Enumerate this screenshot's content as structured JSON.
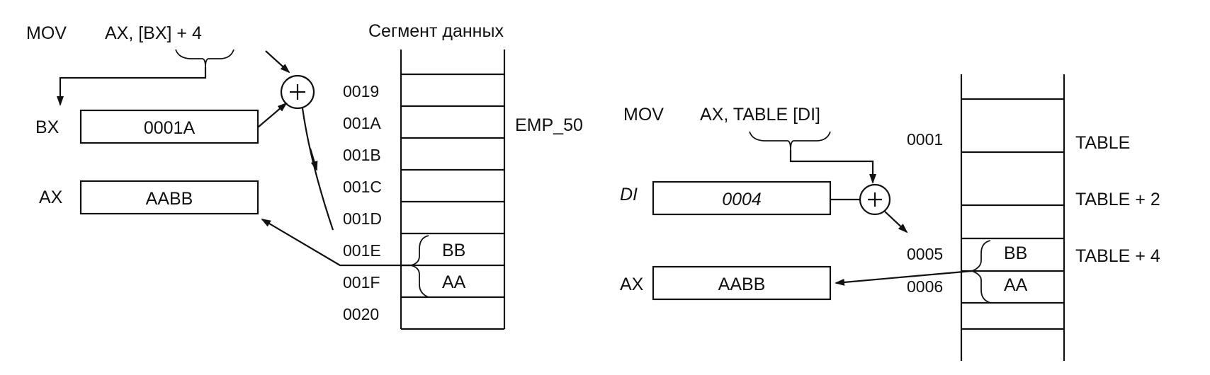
{
  "left": {
    "instruction": {
      "op": "MOV",
      "operands": "AX,  [BX] + 4"
    },
    "segment_title": "Сегмент данных",
    "bx": {
      "label": "BX",
      "value": "0001A"
    },
    "ax": {
      "label": "AX",
      "value": "AABB"
    },
    "plus": "+",
    "addresses": [
      "0019",
      "001A",
      "001B",
      "001C",
      "001D",
      "001E",
      "001F",
      "0020"
    ],
    "var_label": "EMP_50",
    "cell_high": "BB",
    "cell_low": "AA"
  },
  "right": {
    "instruction": {
      "op": "MOV",
      "operands": "AX, TABLE  [DI]"
    },
    "di": {
      "label": "DI",
      "value": "0004"
    },
    "ax": {
      "label": "AX",
      "value": "AABB"
    },
    "plus": "+",
    "addresses": [
      "0001",
      "0005",
      "0006"
    ],
    "table_labels": [
      "TABLE",
      "TABLE + 2",
      "TABLE + 4"
    ],
    "cell_high": "BB",
    "cell_low": "AA"
  }
}
